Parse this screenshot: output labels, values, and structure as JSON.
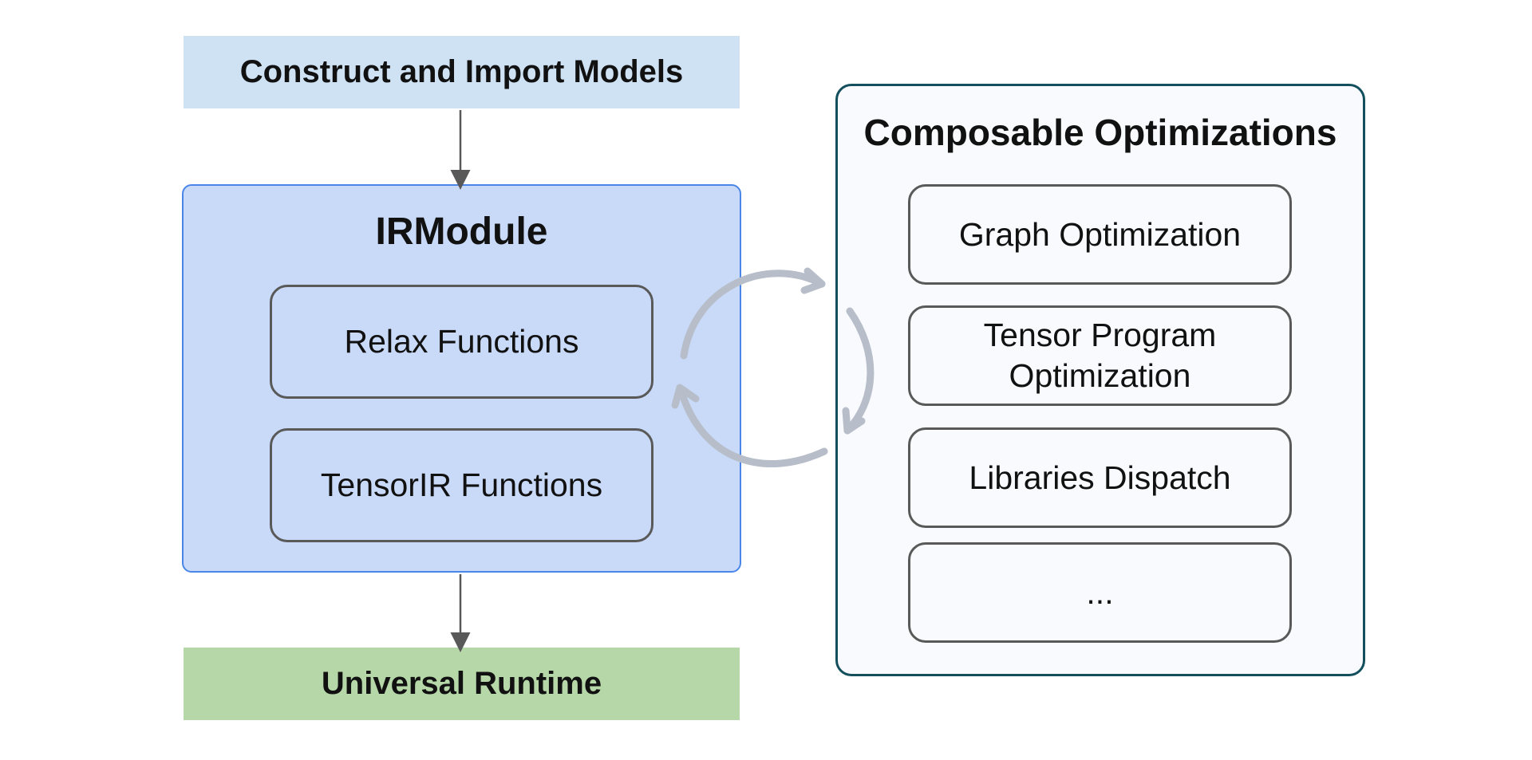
{
  "nodes": {
    "top_banner": "Construct and Import Models",
    "irmodule_title": "IRModule",
    "relax_functions": "Relax Functions",
    "tensorir_functions": "TensorIR Functions",
    "bottom_banner": "Universal Runtime",
    "composable_title": "Composable Optimizations",
    "graph_optimization": "Graph Optimization",
    "tensor_program_line1": "Tensor Program",
    "tensor_program_line2": "Optimization",
    "libraries_dispatch": "Libraries Dispatch",
    "ellipsis": "..."
  },
  "colors": {
    "top_banner_fill": "#cfe2f3",
    "bottom_banner_fill": "#b6d7a8",
    "irmodule_fill": "#c9daf8",
    "irmodule_border": "#4a86e8",
    "composable_fill": "#f8fafe",
    "composable_border": "#134f5c",
    "box_border": "#595959",
    "cycle_arrow": "#b7bec9",
    "flow_arrow": "#595959"
  },
  "edges": [
    {
      "from": "top_banner",
      "to": "irmodule"
    },
    {
      "from": "irmodule",
      "to": "bottom_banner"
    },
    {
      "from": "irmodule",
      "to": "composable_optimizations",
      "style": "cycle"
    },
    {
      "from": "composable_optimizations",
      "to": "irmodule",
      "style": "cycle"
    }
  ]
}
